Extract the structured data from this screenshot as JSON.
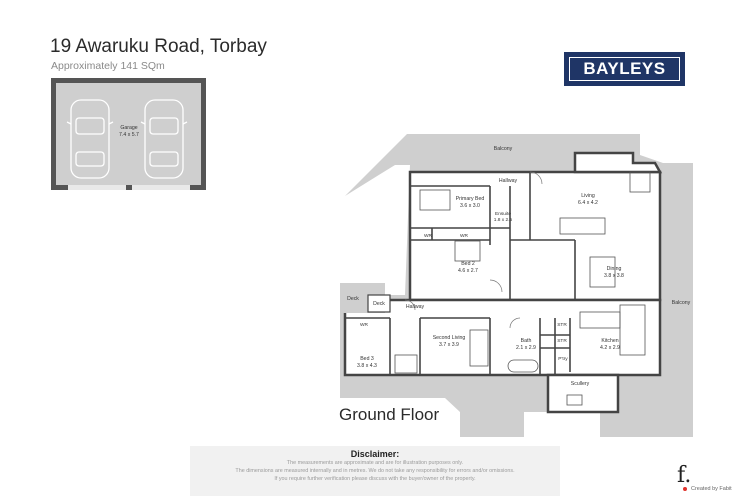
{
  "header": {
    "address": "19 Awaruku Road, Torbay",
    "area": "Approximately 141 SQm"
  },
  "brand": {
    "logo_text": "BAYLEYS",
    "color": "#1f3566"
  },
  "plan": {
    "floor_name": "Ground Floor",
    "fill_color": "#cfcfcf",
    "rooms": [
      {
        "id": "garage",
        "name": "Garage",
        "dims": "7.4 x 5.7"
      },
      {
        "id": "balcony-top",
        "name": "Balcony",
        "dims": ""
      },
      {
        "id": "hallway-top",
        "name": "Hallway",
        "dims": ""
      },
      {
        "id": "primary-bed",
        "name": "Primary Bed",
        "dims": "3.6 x 3.0"
      },
      {
        "id": "ensuite",
        "name": "Ensuite",
        "dims": "1.8 x 2.5"
      },
      {
        "id": "living",
        "name": "Living",
        "dims": "6.4 x 4.2"
      },
      {
        "id": "wr-1",
        "name": "WR",
        "dims": ""
      },
      {
        "id": "wr-2",
        "name": "WR",
        "dims": ""
      },
      {
        "id": "bed-2",
        "name": "Bed 2",
        "dims": "4.6 x 2.7"
      },
      {
        "id": "dining",
        "name": "Dining",
        "dims": "3.8 x 3.8"
      },
      {
        "id": "balcony-right",
        "name": "Balcony",
        "dims": ""
      },
      {
        "id": "deck-1",
        "name": "Deck",
        "dims": ""
      },
      {
        "id": "deck-2",
        "name": "Deck",
        "dims": ""
      },
      {
        "id": "hallway-mid",
        "name": "Hallway",
        "dims": ""
      },
      {
        "id": "wr-3",
        "name": "WR",
        "dims": ""
      },
      {
        "id": "bed-3",
        "name": "Bed 3",
        "dims": "3.8 x 4.3"
      },
      {
        "id": "second-living",
        "name": "Second Living",
        "dims": "3.7 x 3.9"
      },
      {
        "id": "bath",
        "name": "Bath",
        "dims": "2.1 x 2.9"
      },
      {
        "id": "str-1",
        "name": "STR",
        "dims": ""
      },
      {
        "id": "str-2",
        "name": "STR",
        "dims": ""
      },
      {
        "id": "pantry",
        "name": "P'try",
        "dims": ""
      },
      {
        "id": "kitchen",
        "name": "Kitchen",
        "dims": "4.2 x 2.9"
      },
      {
        "id": "scullery",
        "name": "Scullery",
        "dims": ""
      }
    ]
  },
  "disclaimer": {
    "title": "Disclaimer:",
    "lines": [
      "The measurements are approximate and are for illustration purposes only.",
      "The dimensions are measured internally and in metres. We do not take any responsibility for errors and/or omissions.",
      "If you require further verification please discuss with the buyer/owner of the property."
    ]
  },
  "credit": {
    "mark": "f.",
    "text": "Created by Fabit",
    "dot_color": "#e0312b"
  }
}
